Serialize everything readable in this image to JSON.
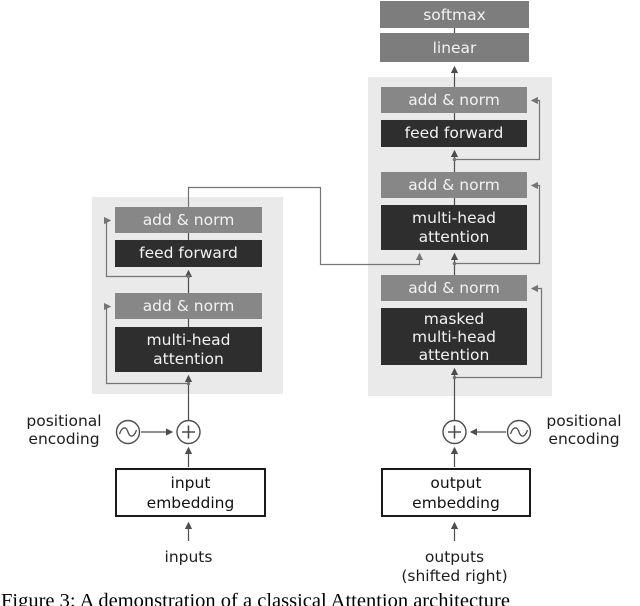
{
  "colors": {
    "background": "#ffffff",
    "panel": "#eaeaea",
    "box_gray": "#7d7d7d",
    "box_gray_light": "#878787",
    "box_dark": "#2e2e2e",
    "box_text": "#f2f2f2",
    "line": "#4d4d4d",
    "line_light": "#757575",
    "label_text": "#1c1c1c"
  },
  "diagram": {
    "type": "flowchart",
    "description": "Transformer encoder-decoder attention architecture",
    "output_stack": {
      "softmax": "softmax",
      "linear": "linear"
    },
    "decoder": {
      "add_norm_top": "add & norm",
      "feed_forward": "feed forward",
      "add_norm_mid": "add & norm",
      "multi_head_attention": "multi-head\nattention",
      "add_norm_bottom": "add & norm",
      "masked_multi_head_attention": "masked\nmulti-head\nattention"
    },
    "encoder": {
      "add_norm_top": "add & norm",
      "feed_forward": "feed forward",
      "add_norm_bottom": "add & norm",
      "multi_head_attention": "multi-head\nattention"
    },
    "left_positional_encoding": "positional\nencoding",
    "right_positional_encoding": "positional\nencoding",
    "input_embedding": "input\nembedding",
    "output_embedding": "output\nembedding",
    "inputs_label": "inputs",
    "outputs_label": "outputs\n(shifted right)"
  },
  "caption": "Figure 3: A demonstration of a classical Attention architecture"
}
